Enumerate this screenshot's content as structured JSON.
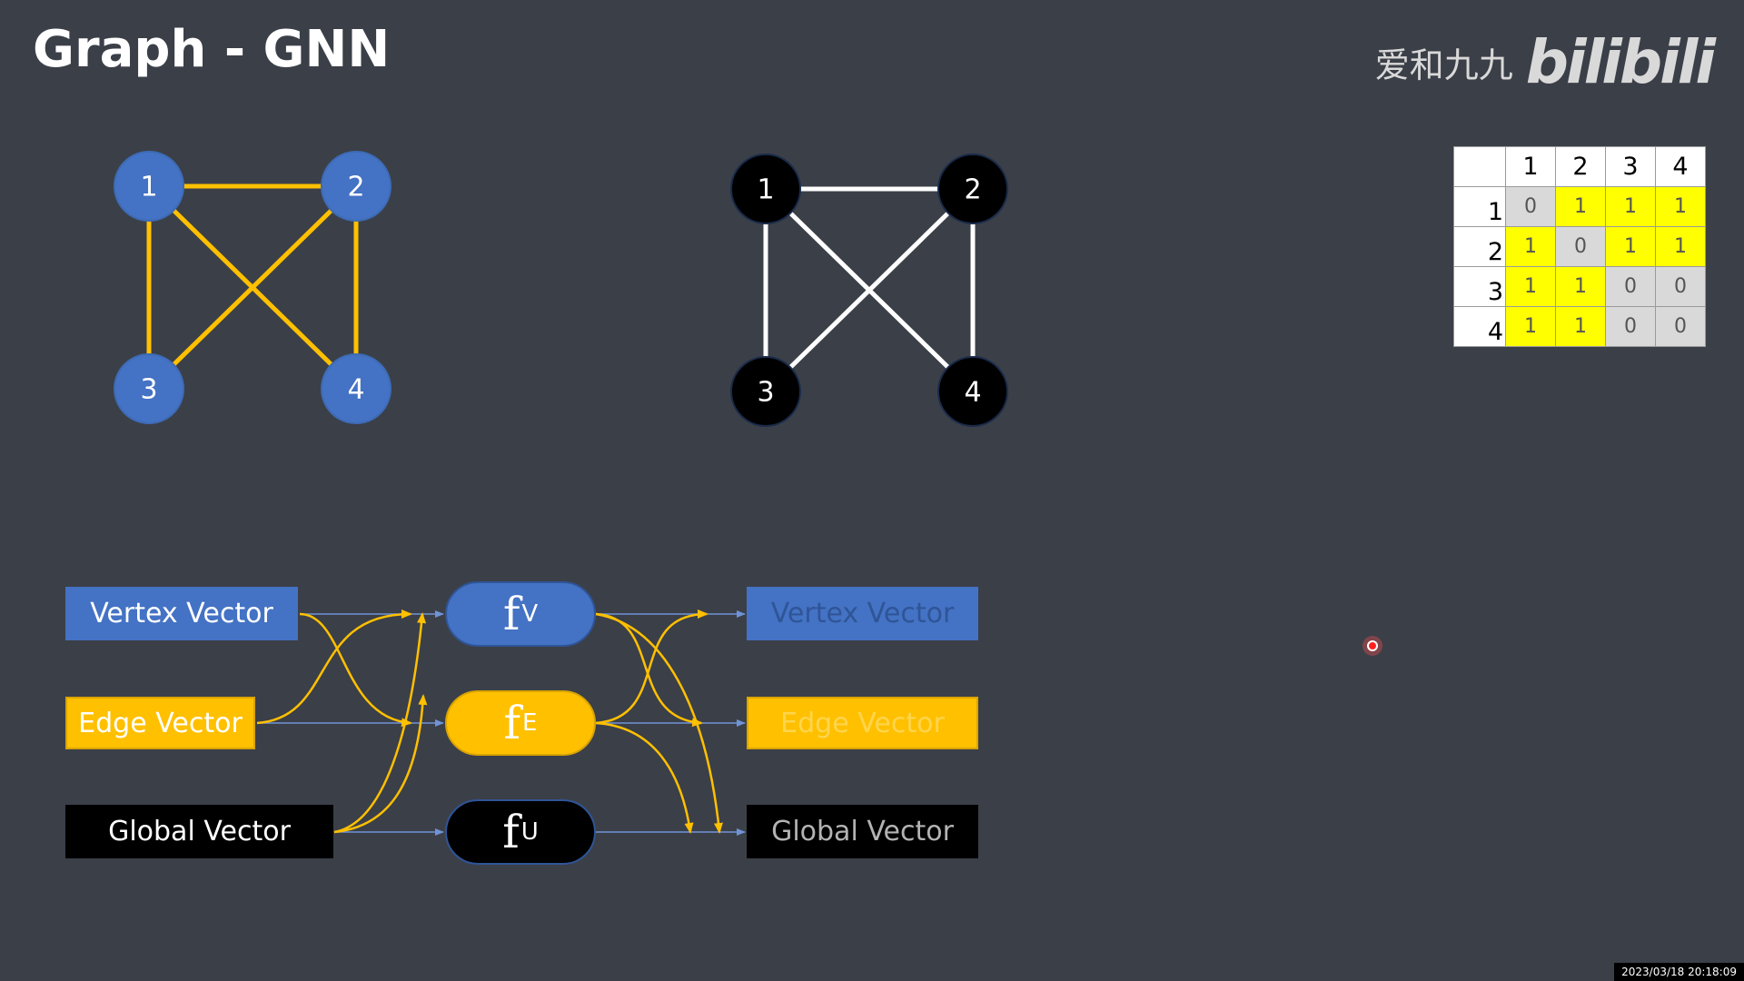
{
  "title": "Graph - GNN",
  "watermark": {
    "name": "爱和九九",
    "logo": "bilibili"
  },
  "graph_left": {
    "node_color": "#4472c4",
    "edge_color": "#ffc000",
    "nodes": [
      "1",
      "2",
      "3",
      "4"
    ],
    "edges": [
      [
        "1",
        "2"
      ],
      [
        "1",
        "3"
      ],
      [
        "1",
        "4"
      ],
      [
        "2",
        "3"
      ],
      [
        "2",
        "4"
      ]
    ]
  },
  "graph_right": {
    "node_color": "#000000",
    "edge_color": "#ffffff",
    "nodes": [
      "1",
      "2",
      "3",
      "4"
    ],
    "edges": [
      [
        "1",
        "2"
      ],
      [
        "1",
        "3"
      ],
      [
        "1",
        "4"
      ],
      [
        "2",
        "3"
      ],
      [
        "2",
        "4"
      ]
    ]
  },
  "matrix": {
    "col_headers": [
      "1",
      "2",
      "3",
      "4"
    ],
    "rows": [
      {
        "label": "1",
        "cells": [
          "0",
          "1",
          "1",
          "1"
        ]
      },
      {
        "label": "2",
        "cells": [
          "1",
          "0",
          "1",
          "1"
        ]
      },
      {
        "label": "3",
        "cells": [
          "1",
          "1",
          "0",
          "0"
        ]
      },
      {
        "label": "4",
        "cells": [
          "1",
          "1",
          "0",
          "0"
        ]
      }
    ]
  },
  "inputs": {
    "vertex": "Vertex Vector",
    "edge": "Edge Vector",
    "global": "Global Vector"
  },
  "functions": {
    "vertex": {
      "symbol": "f",
      "sub": "V"
    },
    "edge": {
      "symbol": "f",
      "sub": "E"
    },
    "global": {
      "symbol": "f",
      "sub": "U"
    }
  },
  "outputs": {
    "vertex": "Vertex Vector",
    "edge": "Edge Vector",
    "global": "Global Vector"
  },
  "colors": {
    "background": "#3b3f48",
    "vertex_blue": "#4472c4",
    "edge_gold": "#ffc000",
    "global_black": "#000000",
    "matrix_one": "#ffff00",
    "matrix_zero": "#d9d9d9"
  },
  "timestamp": "2023/03/18 20:18:09"
}
